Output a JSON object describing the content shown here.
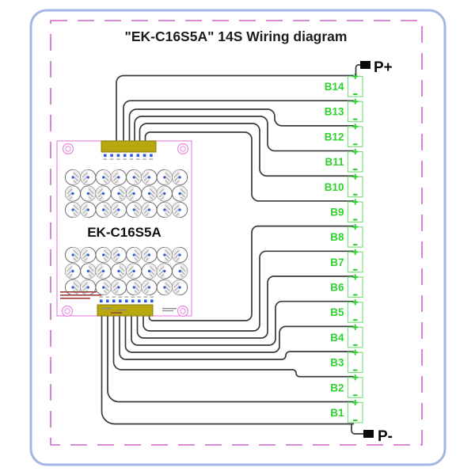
{
  "title": "\"EK-C16S5A\"  14S Wiring diagram",
  "board": {
    "name": "EK-C16S5A",
    "top_connector_pins": 8,
    "bottom_connector_pins": 9,
    "resistor_grid": {
      "banks": 2,
      "rows_per_bank": 3,
      "columns": 8
    }
  },
  "pack": {
    "positive_label": "P+",
    "negative_label": "P-",
    "positive_symbol": "+",
    "negative_symbol": "-",
    "cells": [
      "B14",
      "B13",
      "B12",
      "B11",
      "B10",
      "B9",
      "B8",
      "B7",
      "B6",
      "B5",
      "B4",
      "B3",
      "B2",
      "B1"
    ]
  },
  "colors": {
    "outer_border": "#a2b7e6",
    "dashed_border": "#cf63cf",
    "board_outline": "#e887e0",
    "wire": "#3a3a3a",
    "battery_green": "#2fd02f",
    "battery_outline": "#7fe07f",
    "connector_yellow": "#b8a70e",
    "pin_blue": "#2b5bd7",
    "title_color": "#1c1c1c",
    "terminal_black": "#0a0a0a"
  },
  "wiring": {
    "top": [
      {
        "cell": "B14",
        "pinX": 147.0,
        "level": null,
        "jogX": null
      },
      {
        "cell": "B13",
        "pinX": 156.0,
        "level": null,
        "jogX": null
      },
      {
        "cell": "B12",
        "pinX": 163.5,
        "level": 138,
        "jogX": 347
      },
      {
        "cell": "B11",
        "pinX": 170.0,
        "level": 147,
        "jogX": 338
      },
      {
        "cell": "B10",
        "pinX": 176.5,
        "level": 156,
        "jogX": 328
      },
      {
        "cell": "B9",
        "pinX": 183.5,
        "level": 167,
        "jogX": 318
      }
    ],
    "bottom": [
      {
        "cell": "B8",
        "pinX": 188.5,
        "level": 405,
        "jogX": 318
      },
      {
        "cell": "B7",
        "pinX": 181.0,
        "level": 418,
        "jogX": 328
      },
      {
        "cell": "B6",
        "pinX": 173.5,
        "level": 427,
        "jogX": 338
      },
      {
        "cell": "B5",
        "pinX": 166.0,
        "level": 436,
        "jogX": 348
      },
      {
        "cell": "B4",
        "pinX": 158.5,
        "level": 445,
        "jogX": 353
      },
      {
        "cell": "B3",
        "pinX": 151.0,
        "level": 454,
        "jogX": 361
      },
      {
        "cell": "B2",
        "pinX": 143.5,
        "level": 467,
        "jogX": 374
      },
      {
        "cell": "B1",
        "pinX": 136.0,
        "level": null,
        "jogX": null
      },
      {
        "cell": "B1-",
        "pinX": 128.5,
        "level": null,
        "jogX": null
      }
    ]
  }
}
